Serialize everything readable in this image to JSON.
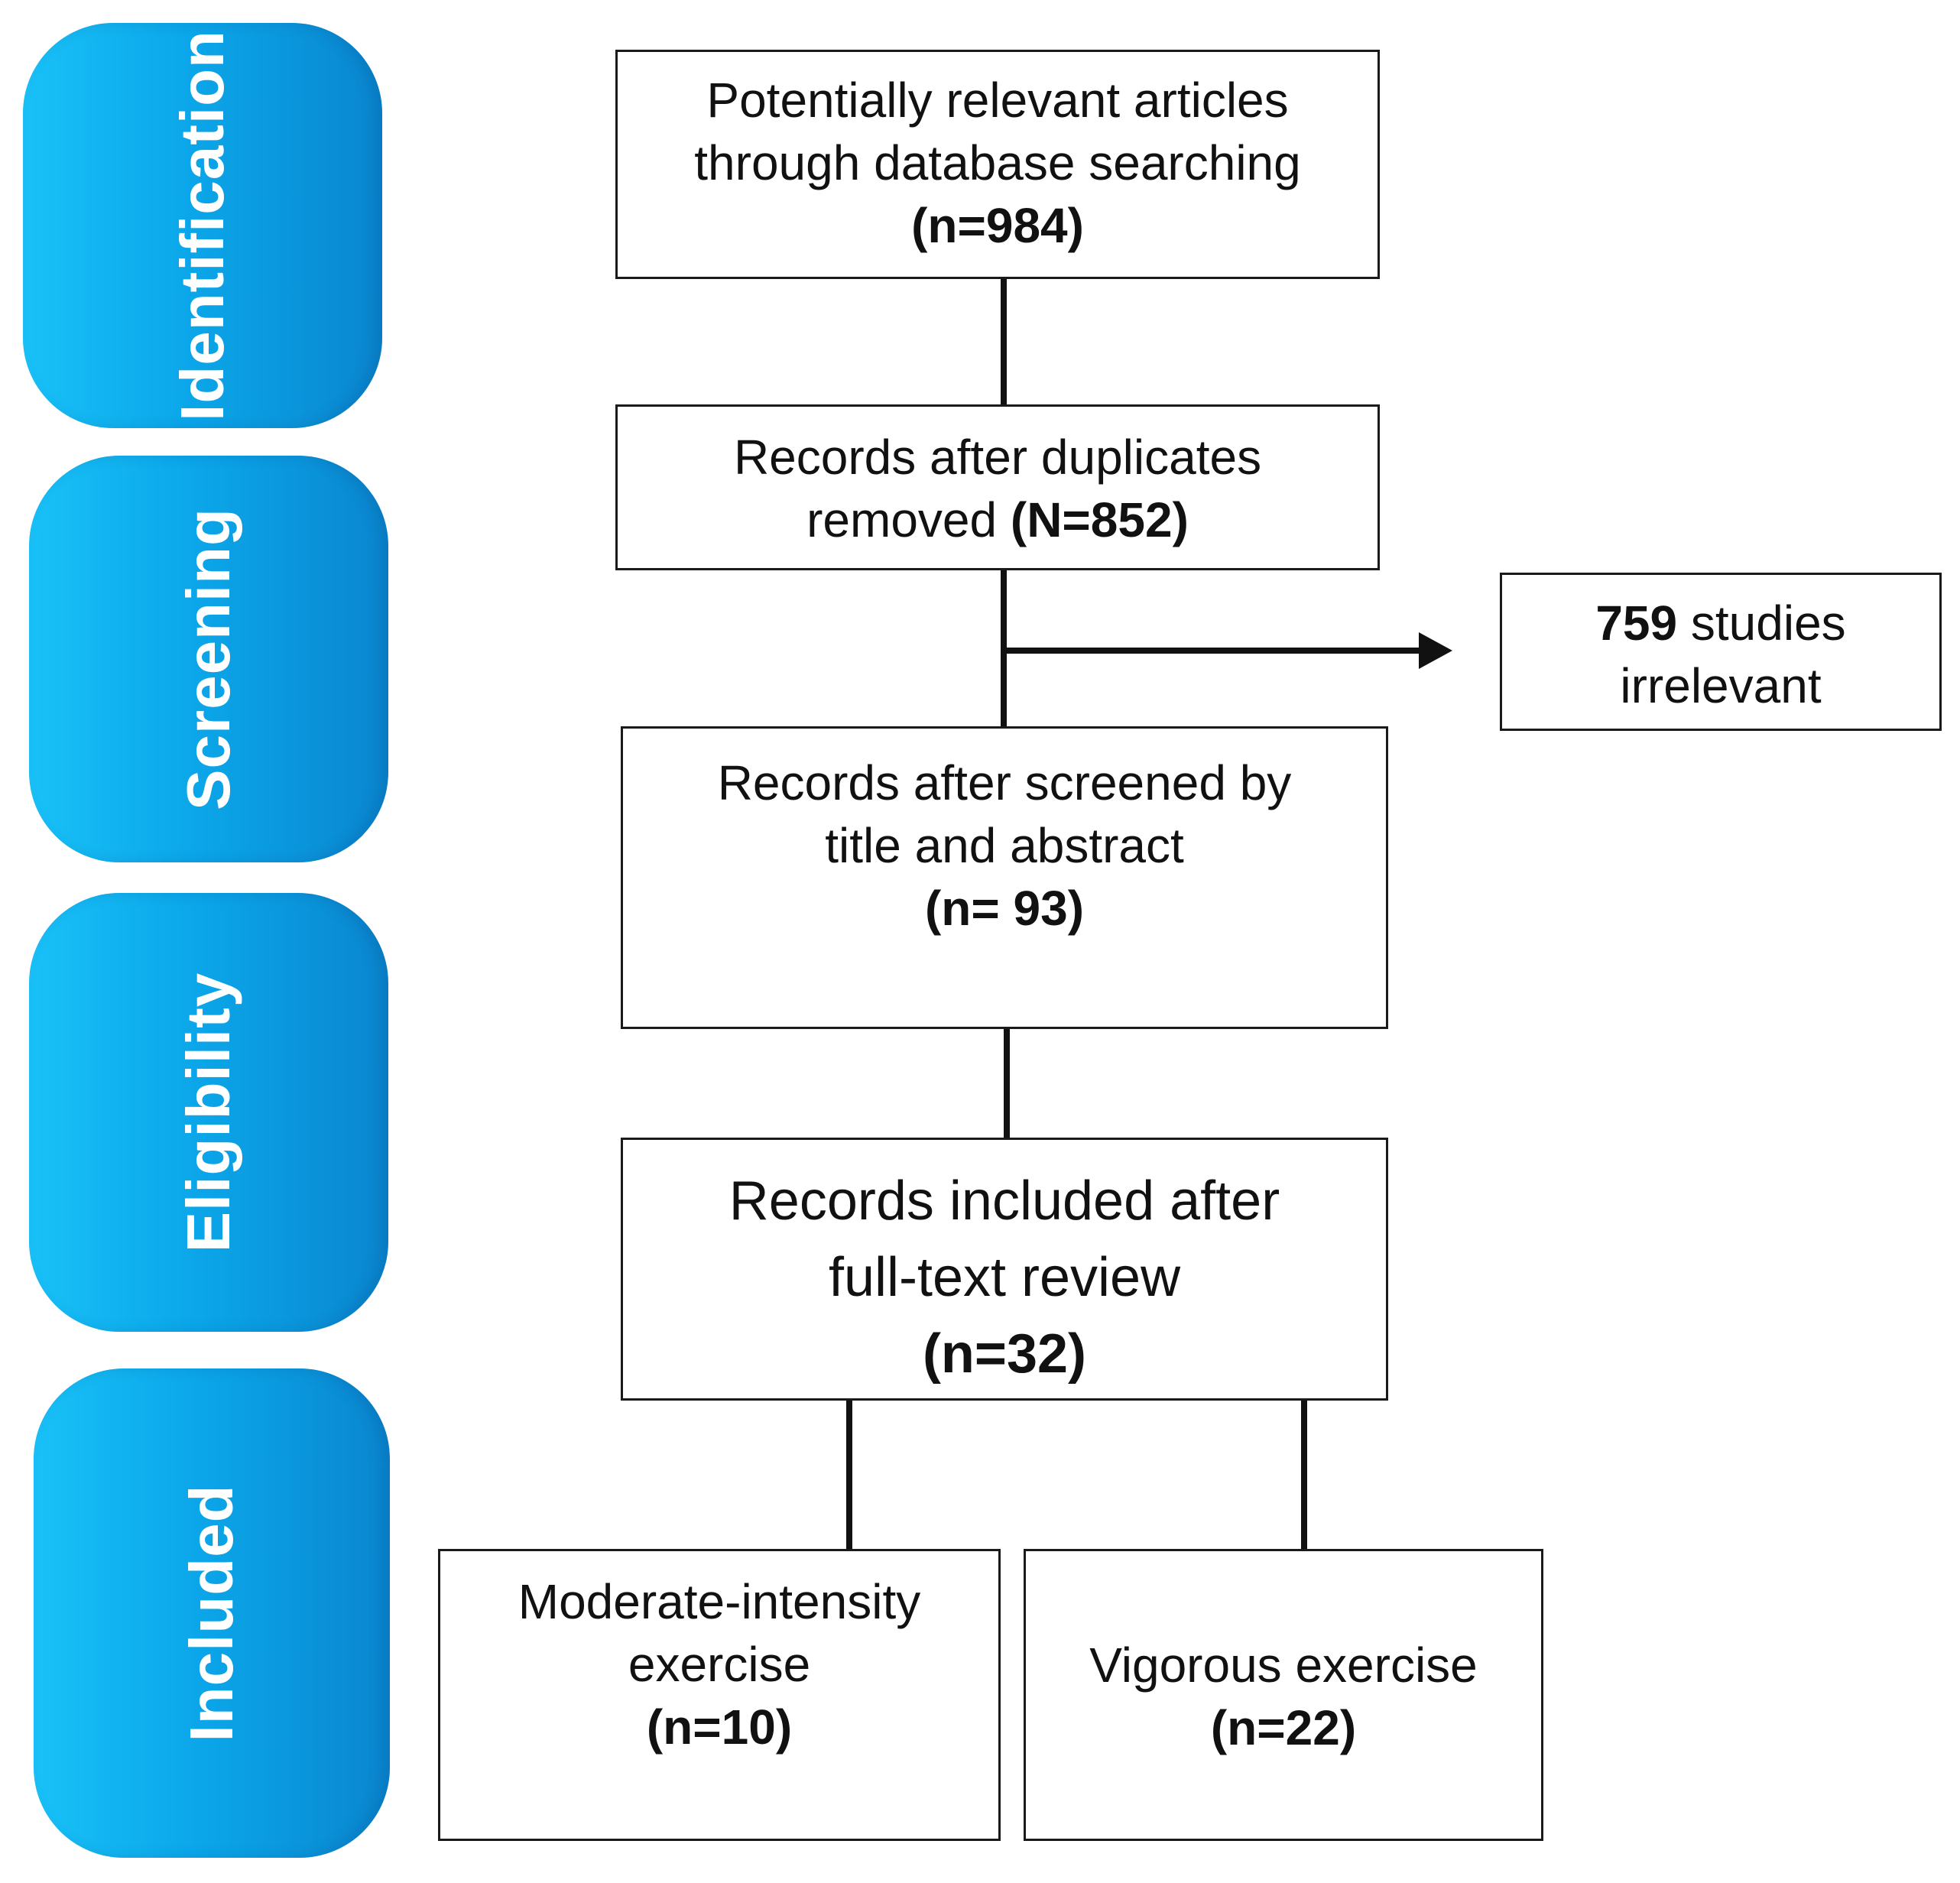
{
  "stages": {
    "identification": "Identification",
    "screening": "Screening",
    "eligibility": "Eligibility",
    "included": "Included"
  },
  "boxes": {
    "identified": {
      "line1": "Potentially relevant articles",
      "line2": "through database searching",
      "count": "(n=984)"
    },
    "deduplicated": {
      "line1": "Records after duplicates",
      "line2": "removed",
      "count": "(N=852)"
    },
    "excluded": {
      "count": "759",
      "line1": "studies",
      "line2": "irrelevant"
    },
    "screened": {
      "line1": "Records after screened by",
      "line2": "title and abstract",
      "count": "(n= 93)"
    },
    "full_text": {
      "line1": "Records included after",
      "line2": "full-text review",
      "count": "(n=32)"
    },
    "moderate": {
      "line1": "Moderate-intensity",
      "line2": "exercise",
      "count": "(n=10)"
    },
    "vigorous": {
      "line1": "Vigorous exercise",
      "count": "(n=22)"
    }
  }
}
